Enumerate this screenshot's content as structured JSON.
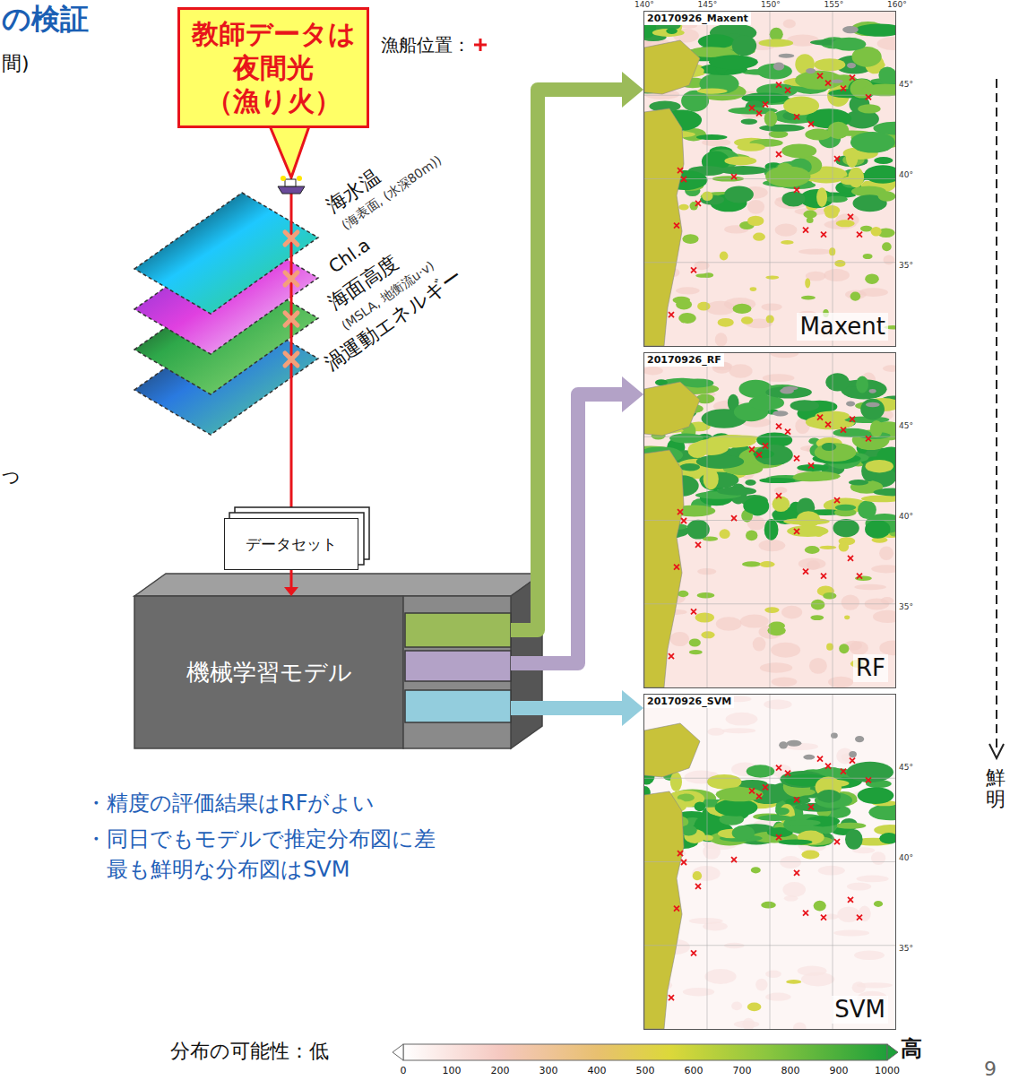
{
  "diagram": {
    "title": "の検証",
    "nodes": [
      {
        "text": [
          "教師データは 夜間光 （漁り火）"
        ]
      },
      {
        "text": [
          "データセット"
        ]
      },
      {
        "text": [
          "機械学習モデル"
        ]
      },
      {
        "text": [
          "20170926_Maxent",
          "Maxent"
        ]
      },
      {
        "text": [
          "20170926_RF",
          "RF"
        ]
      },
      {
        "text": [
          "20170926_SVM",
          "SVM"
        ]
      }
    ],
    "edges": [
      {
        "from": 1,
        "to": 2,
        "arrow": "to"
      },
      {
        "from": 2,
        "to": 3,
        "arrow": "to"
      },
      {
        "from": 2,
        "to": 4,
        "arrow": "to"
      },
      {
        "from": 2,
        "to": 5,
        "arrow": "to"
      }
    ],
    "labels": [
      "間)",
      "つ",
      "海水温",
      "(海表面, (水深80m))",
      "Chl.a",
      "海面高度",
      "(MSLA, 地衡流u·v)",
      "渦運動エネルギー",
      "・精度の評価結果はRFがよい",
      "・同日でもモデルで推定分布図に差 最も鮮明な分布図はSVM",
      "鮮明",
      "分布の可能性：低",
      "0",
      "100",
      "200",
      "300",
      "400",
      "500",
      "600",
      "700",
      "800",
      "900",
      "1000",
      "高",
      "9",
      "140°",
      "145°",
      "150°",
      "155°",
      "160°",
      "45°",
      "40°",
      "35°",
      "45°",
      "40°",
      "35°",
      "45°",
      "40°",
      "35°"
    ],
    "legend": [
      {
        "text": "漁船位置："
      }
    ]
  }
}
